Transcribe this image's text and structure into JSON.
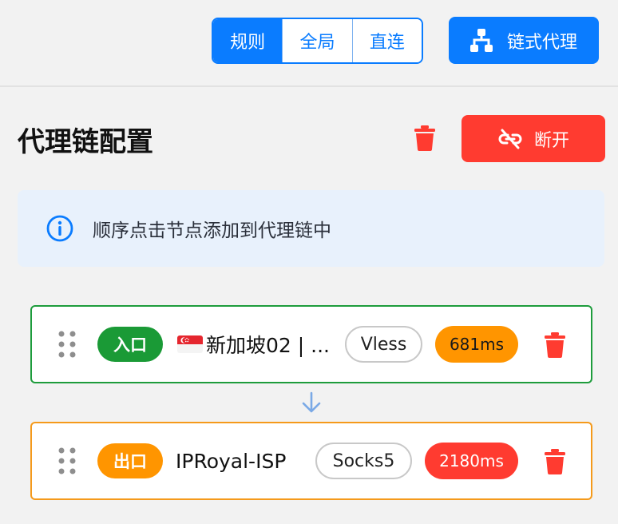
{
  "top_bar": {
    "modes": [
      {
        "label": "规则",
        "active": true
      },
      {
        "label": "全局",
        "active": false
      },
      {
        "label": "直连",
        "active": false
      }
    ],
    "chain_proxy_label": "链式代理"
  },
  "header": {
    "title": "代理链配置",
    "disconnect_label": "断开"
  },
  "info": {
    "text": "顺序点击节点添加到代理链中"
  },
  "chain": [
    {
      "role": "入口",
      "name": "新加坡02 | ...",
      "flag": "SG",
      "protocol": "Vless",
      "latency": "681ms",
      "latency_color": "#ff9500",
      "role_color": "#1a9a36",
      "border_color": "#1e9c3c"
    },
    {
      "role": "出口",
      "name": "IPRoyal-ISP",
      "flag": "",
      "protocol": "Socks5",
      "latency": "2180ms",
      "latency_color": "#ff3b30",
      "role_color": "#ff9500",
      "border_color": "#f59a1b"
    }
  ],
  "colors": {
    "primary": "#0a7cff",
    "danger": "#ff3b30",
    "info_bg": "#e8f1fc"
  },
  "icons": {
    "chain_proxy": "hierarchy-icon",
    "delete": "trash-icon",
    "disconnect": "unlink-icon",
    "info": "info-circle-icon",
    "drag": "drag-handle-icon",
    "arrow": "arrow-down-icon"
  }
}
